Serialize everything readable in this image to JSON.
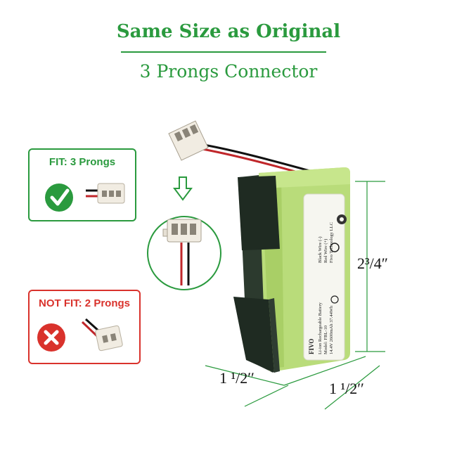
{
  "header": {
    "title": "Same Size as Original",
    "subtitle": "3 Prongs Connector"
  },
  "fit_box": {
    "label": "FIT: 3 Prongs",
    "icon": "checkmark-icon",
    "color": "#2a9a3e"
  },
  "not_fit_box": {
    "label": "NOT FIT: 2 Prongs",
    "icon": "cross-icon",
    "color": "#d9322c"
  },
  "dimensions": {
    "height": "2³/4″",
    "width": "1 ¹/2′′",
    "depth": "1 ¹/2′′"
  },
  "battery_label": {
    "brand": "FIVO",
    "lines": [
      "Li-ion Rechargeable Battery",
      "Model: FBL-10",
      "14.4V 2600mAh 37.44Wh",
      "Black Wire (-)",
      "Red Wire (+)",
      "Fivo Technology LLC"
    ]
  },
  "colors": {
    "accent": "#2a9a3e",
    "battery_green": "#b9dc7a",
    "warning": "#d9322c"
  }
}
